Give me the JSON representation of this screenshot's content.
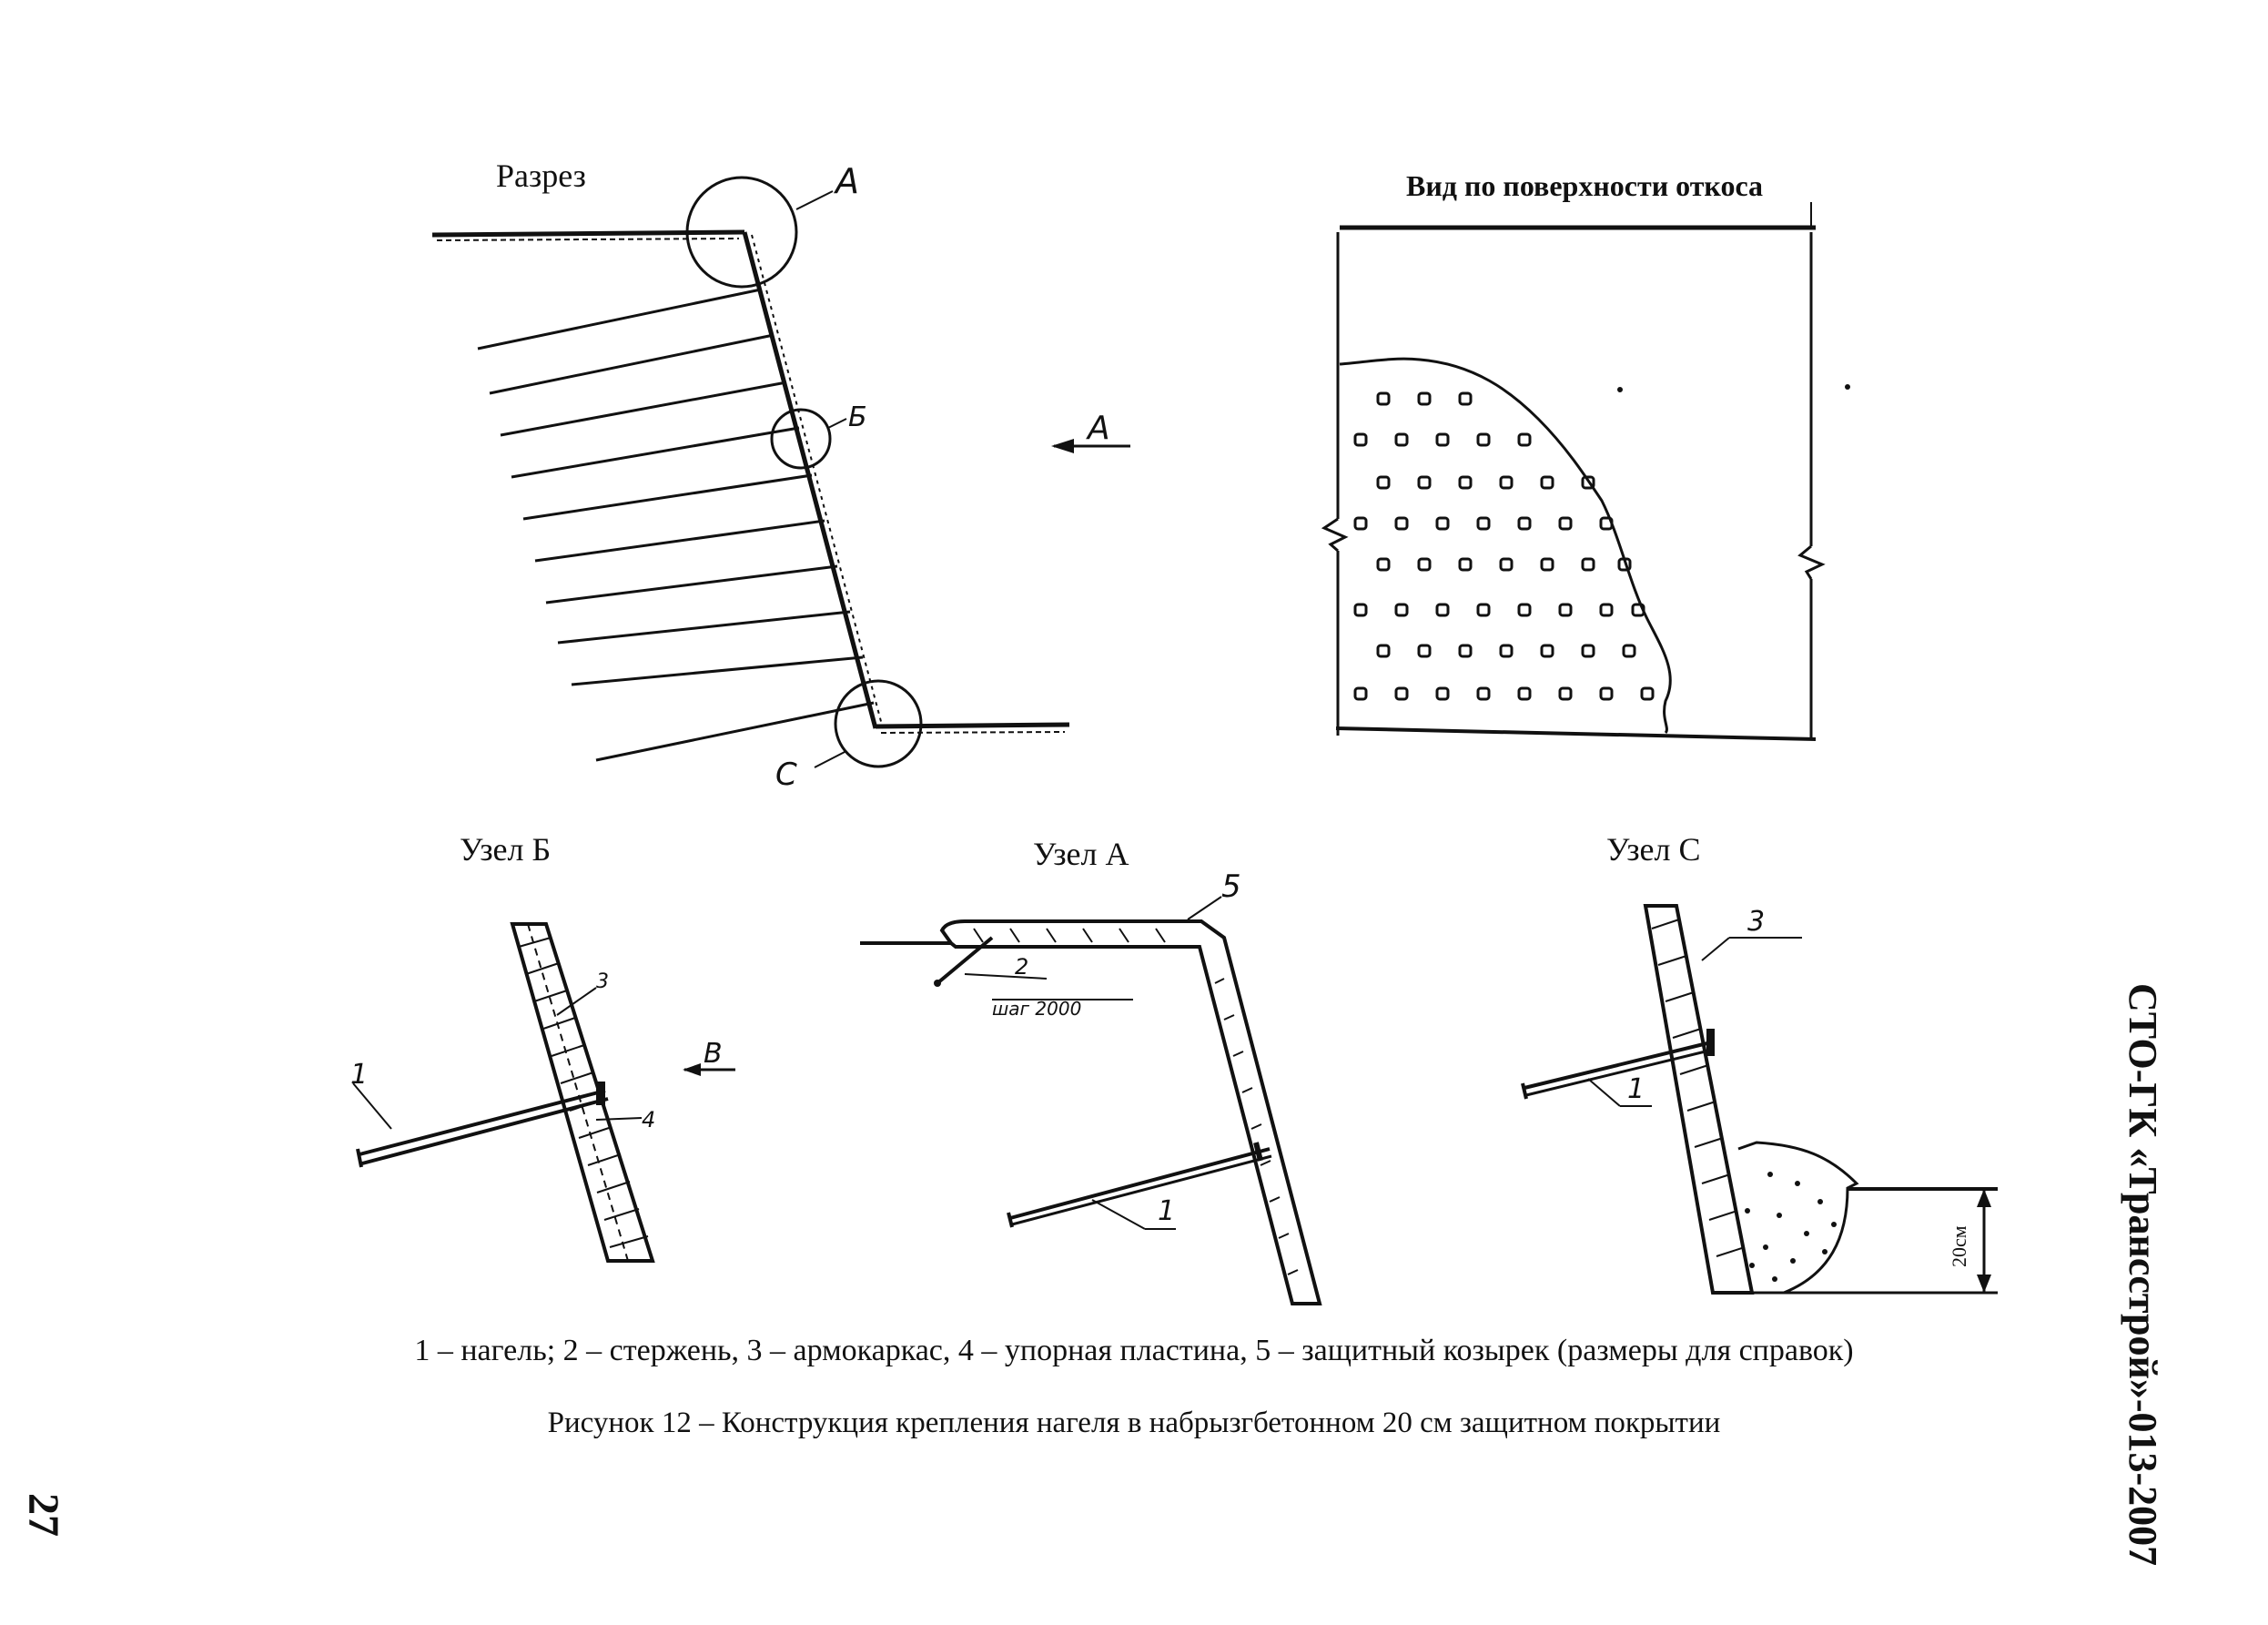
{
  "section": {
    "title": "Разрез",
    "node_a": "А",
    "node_b": "Б",
    "node_c": "С",
    "view_arrow": "А"
  },
  "surface_view": {
    "title": "Вид по поверхности откоса"
  },
  "node_b": {
    "title": "Узел Б",
    "callout_1": "1",
    "callout_3": "3",
    "callout_4": "4",
    "view_arrow": "В"
  },
  "node_a": {
    "title": "Узел А",
    "callout_5": "5",
    "callout_2": "2",
    "pitch": "шаг 2000",
    "callout_1": "1"
  },
  "node_c": {
    "title": "Узел С",
    "callout_3": "3",
    "callout_1": "1",
    "dimension": "20см"
  },
  "legend": "1 – нагель; 2 – стержень, 3 – армокаркас, 4 – упорная пластина, 5 – защитный козырек (размеры для справок)",
  "figure_title": "Рисунок 12 – Конструкция крепления нагеля в набрызгбетонном 20 см защитном покрытии",
  "side_text": "СТО-ГК «Трансстрой»-013-2007",
  "page_number": "27"
}
